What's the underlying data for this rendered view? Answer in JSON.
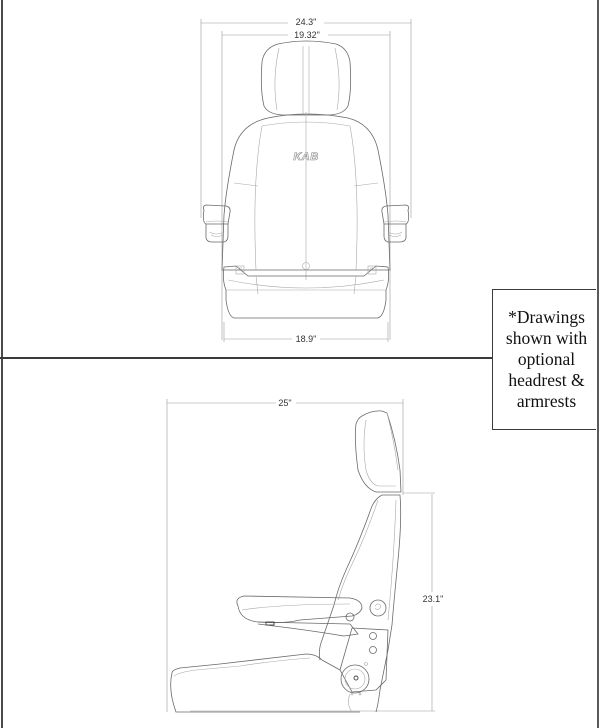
{
  "diagram": {
    "front_view": {
      "dimensions": {
        "overall_width": "24.3\"",
        "inner_width": "19.32\"",
        "base_width": "18.9\""
      },
      "logo": "KAB"
    },
    "side_view": {
      "dimensions": {
        "depth": "25\"",
        "height": "23.1\""
      }
    },
    "note": {
      "text": "*Drawings shown with optional headrest & armrests"
    },
    "colors": {
      "line": "#6a6a6a",
      "frame": "#3a3a3a",
      "background": "#ffffff"
    }
  }
}
